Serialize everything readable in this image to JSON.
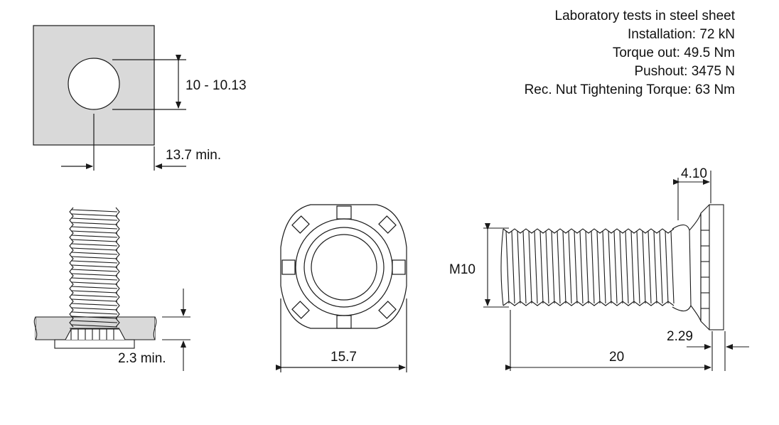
{
  "specs": {
    "heading": "Laboratory tests in steel sheet",
    "installation": "Installation: 72 kN",
    "torque_out": "Torque out: 49.5 Nm",
    "pushout": "Pushout: 3475 N",
    "nut_torque": "Rec. Nut Tightening Torque: 63 Nm"
  },
  "hole_view": {
    "hole_dia_label": "10 - 10.13",
    "edge_dist_label": "13.7 min."
  },
  "installed_view": {
    "sheet_thickness_label": "2.3 min."
  },
  "head_view": {
    "width_label": "15.7"
  },
  "side_view": {
    "thread_label": "M10",
    "head_dia_label": "4.10",
    "head_height_label": "2.29",
    "length_label": "20"
  },
  "colors": {
    "sheet_fill": "#d9d9d9",
    "line": "#1a1a1a"
  }
}
